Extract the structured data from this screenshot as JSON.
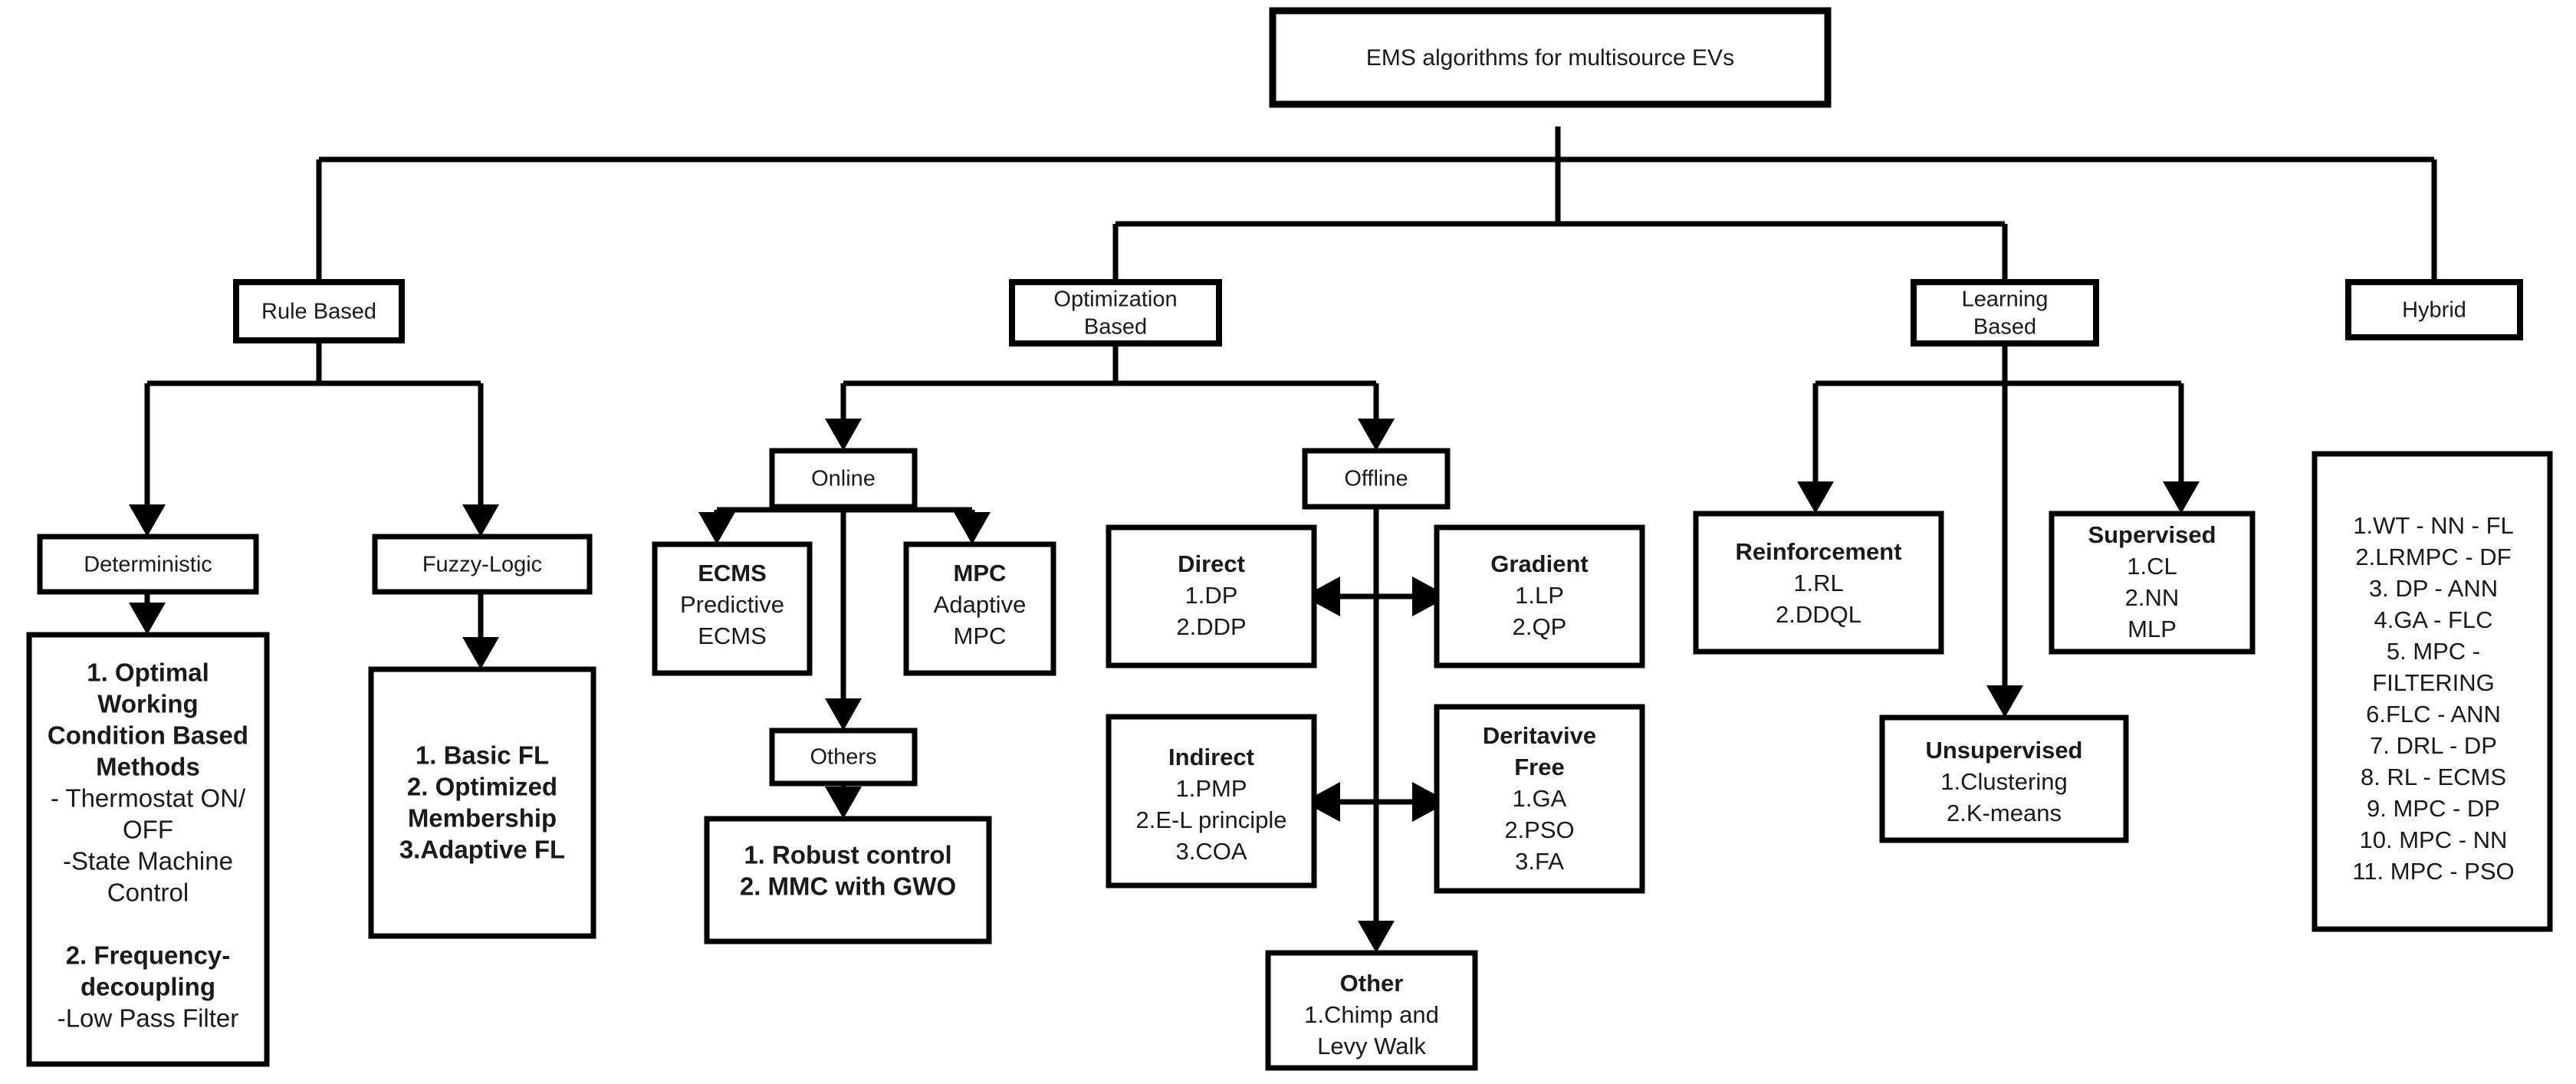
{
  "diagram": {
    "title_node": {
      "label": "EMS algorithms for multisource EVs"
    },
    "categories": [
      {
        "id": "rule-based",
        "label": "Rule Based"
      },
      {
        "id": "optimization-based",
        "label": "Optimization\nBased",
        "line1": "Optimization",
        "line2": "Based"
      },
      {
        "id": "learning-based",
        "label": "Learning\nBased",
        "line1": "Learning",
        "line2": "Based"
      },
      {
        "id": "hybrid",
        "label": "Hybrid"
      }
    ],
    "rule_based": {
      "deterministic": {
        "label": "Deterministic"
      },
      "fuzzy_logic": {
        "label": "Fuzzy-Logic"
      },
      "deterministic_methods": {
        "lines": [
          {
            "text": "1. Optimal",
            "bold": true
          },
          {
            "text": "Working",
            "bold": true
          },
          {
            "text": "Condition Based",
            "bold": true
          },
          {
            "text": "Methods",
            "bold": true
          },
          {
            "text": "- Thermostat ON/",
            "bold": false
          },
          {
            "text": "OFF",
            "bold": false
          },
          {
            "text": "-State Machine",
            "bold": false
          },
          {
            "text": "Control",
            "bold": false
          },
          {
            "text": "",
            "bold": false
          },
          {
            "text": "2. Frequency-",
            "bold": true
          },
          {
            "text": "decoupling",
            "bold": true
          },
          {
            "text": "-Low Pass Filter",
            "bold": false
          }
        ]
      },
      "fuzzy_methods": {
        "lines": [
          {
            "text": "1. Basic FL",
            "bold": true
          },
          {
            "text": "2. Optimized",
            "bold": true
          },
          {
            "text": "Membership",
            "bold": true
          },
          {
            "text": "3.Adaptive FL",
            "bold": true
          }
        ]
      }
    },
    "optimization_based": {
      "online": {
        "label": "Online"
      },
      "offline": {
        "label": "Offline"
      },
      "ecms": {
        "head": "ECMS",
        "lines": [
          "Predictive",
          "ECMS"
        ]
      },
      "mpc": {
        "head": "MPC",
        "lines": [
          "Adaptive",
          "MPC"
        ]
      },
      "others": {
        "label": "Others"
      },
      "others_methods": {
        "lines": [
          {
            "text": "1. Robust control",
            "bold": true
          },
          {
            "text": "2. MMC with GWO",
            "bold": true
          }
        ]
      },
      "direct": {
        "head": "Direct",
        "lines": [
          "1.DP",
          "2.DDP"
        ]
      },
      "gradient": {
        "head": "Gradient",
        "lines": [
          "1.LP",
          "2.QP"
        ]
      },
      "indirect": {
        "head": "Indirect",
        "lines": [
          "1.PMP",
          "2.E-L principle",
          "3.COA"
        ]
      },
      "derivative_free": {
        "head1": "Deritavive",
        "head2": "Free",
        "lines": [
          "1.GA",
          "2.PSO",
          "3.FA"
        ]
      },
      "other": {
        "head": "Other",
        "lines": [
          "1.Chimp and",
          "Levy Walk"
        ]
      }
    },
    "learning_based": {
      "reinforcement": {
        "head": "Reinforcement",
        "lines": [
          "1.RL",
          "2.DDQL"
        ]
      },
      "supervised": {
        "head": "Supervised",
        "lines": [
          "1.CL",
          "2.NN",
          "MLP"
        ]
      },
      "unsupervised": {
        "head": "Unsupervised",
        "lines": [
          "1.Clustering",
          "2.K-means"
        ]
      }
    },
    "hybrid": {
      "items": [
        "1.WT - NN - FL",
        "2.LRMPC - DF",
        "3. DP - ANN",
        "4.GA - FLC",
        "5. MPC -",
        "FILTERING",
        "6.FLC - ANN",
        "7. DRL - DP",
        "8. RL - ECMS",
        "9. MPC - DP",
        "10. MPC - NN",
        "11. MPC - PSO"
      ]
    },
    "colors": {
      "stroke": "#000000",
      "fill": "#ffffff",
      "text": "#1a1a1a"
    }
  }
}
